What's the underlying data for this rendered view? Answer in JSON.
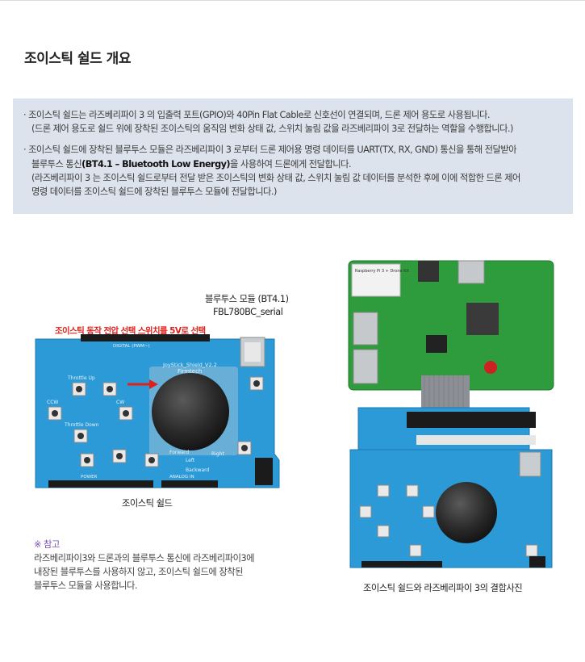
{
  "page": {
    "title": "조이스틱 쉴드 개요"
  },
  "info": {
    "lines": [
      "· 조이스틱 쉴드는 라즈베리파이 3 의 입출력 포트(GPIO)와 40Pin Flat Cable로 신호선이 연결되며, 드론 제어 용도로 사용됩니다.",
      "(드론 제어 용도로 쉴드 위에 장착된 조이스틱의 움직임 변화 상태 값, 스위치 눌림 값을 라즈베리파이 3로 전달하는 역할을 수행합니다.)",
      "· 조이스틱 쉴드에 장착된 블루투스 모듈은 라즈베리파이 3 로부터 드론 제어용 명령 데이터를 UART(TX, RX, GND) 통신을 통해 전달받아",
      "블루투스 통신",
      "(BT4.1 – Bluetooth Low Energy)",
      "을 사용하여 드론에게 전달합니다.",
      "(라즈베리파이 3 는 조이스틱 쉴드로부터 전달 받은 조이스틱의 변화 상태 값, 스위치 눌림 값 데이터를 분석한 후에 이에  적합한 드론 제어",
      "명령 데이터를 조이스틱 쉴드에 장착된 블루투스 모듈에 전달합니다.)"
    ]
  },
  "left_figure": {
    "bt_label_1": "블루투스 모듈 (BT4.1)",
    "bt_label_2": "FBL780BC_serial",
    "voltage_label": "조이스틱 동작 전압 선택 스위치를 5V로 선택",
    "caption": "조이스틱 쉴드",
    "board_text": {
      "brand": "Firmtech",
      "model": "JoyStick_Shield_V2.2",
      "throttle_up": "Throttle Up",
      "throttle_down": "Throttle Down",
      "ccw": "CCW",
      "cw": "CW",
      "left": "Left",
      "right": "Right",
      "forward": "Forward",
      "backward": "Backward",
      "digital": "DIGITAL (PWM~)",
      "power": "POWER",
      "analog": "ANALOG IN"
    }
  },
  "right_figure": {
    "caption": "조이스틱 쉴드와 라즈베리파이 3의 결합사진",
    "pi_label": "Raspberry Pi 3 + Drone Kit"
  },
  "note": {
    "title": "※ 참고",
    "lines": [
      "라즈베리파이3와 드론과의 블루투스 통신에 라즈베리파이3에",
      "내장된 블루투스를 사용하지 않고, 조이스틱 쉴드에 장착된",
      "블루투스 모듈을 사용합니다."
    ]
  },
  "colors": {
    "pcb_blue": "#2b9ad6",
    "pi_green": "#2e9c3c",
    "info_bg": "#dde3ec",
    "red": "#e0211b",
    "note_purple": "#7a4fb3"
  }
}
